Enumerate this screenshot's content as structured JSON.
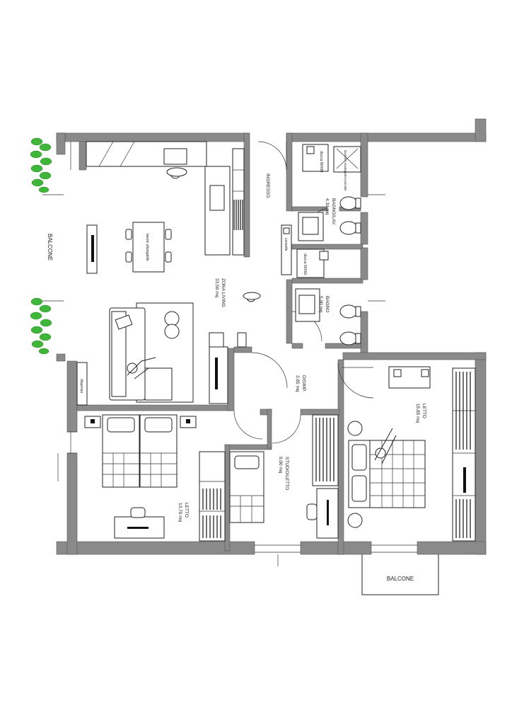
{
  "rooms": {
    "living": {
      "name": "ZONA LIVING",
      "area": "33,50 mq"
    },
    "ingresso": {
      "name": "INGRESSO"
    },
    "bagno_lav": {
      "name": "BAGNO/LAV.",
      "area": "4,10 mq"
    },
    "bagno": {
      "name": "BAGNO",
      "area": "5,00 mq"
    },
    "disimp": {
      "name": "DISIMP.",
      "area": "3,65 mq"
    },
    "letto_large": {
      "name": "LETTO",
      "area": "15,85 mq"
    },
    "letto_small": {
      "name": "LETTO",
      "area": "13,70 mq"
    },
    "studio": {
      "name": "STUDIO/LETTO",
      "area": "9,00 mq"
    }
  },
  "labels": {
    "balcone_left": "BALCONE",
    "balcone_bottom": "BALCONE",
    "tavolo": "tavolo allungabile",
    "consolle": "consolle",
    "doccia_1": "doccia 80X80",
    "doccia_2": "doccia 90X60",
    "lavatrice": "lavatrice asciugatrice pensile",
    "dispensa": "dispensa"
  }
}
